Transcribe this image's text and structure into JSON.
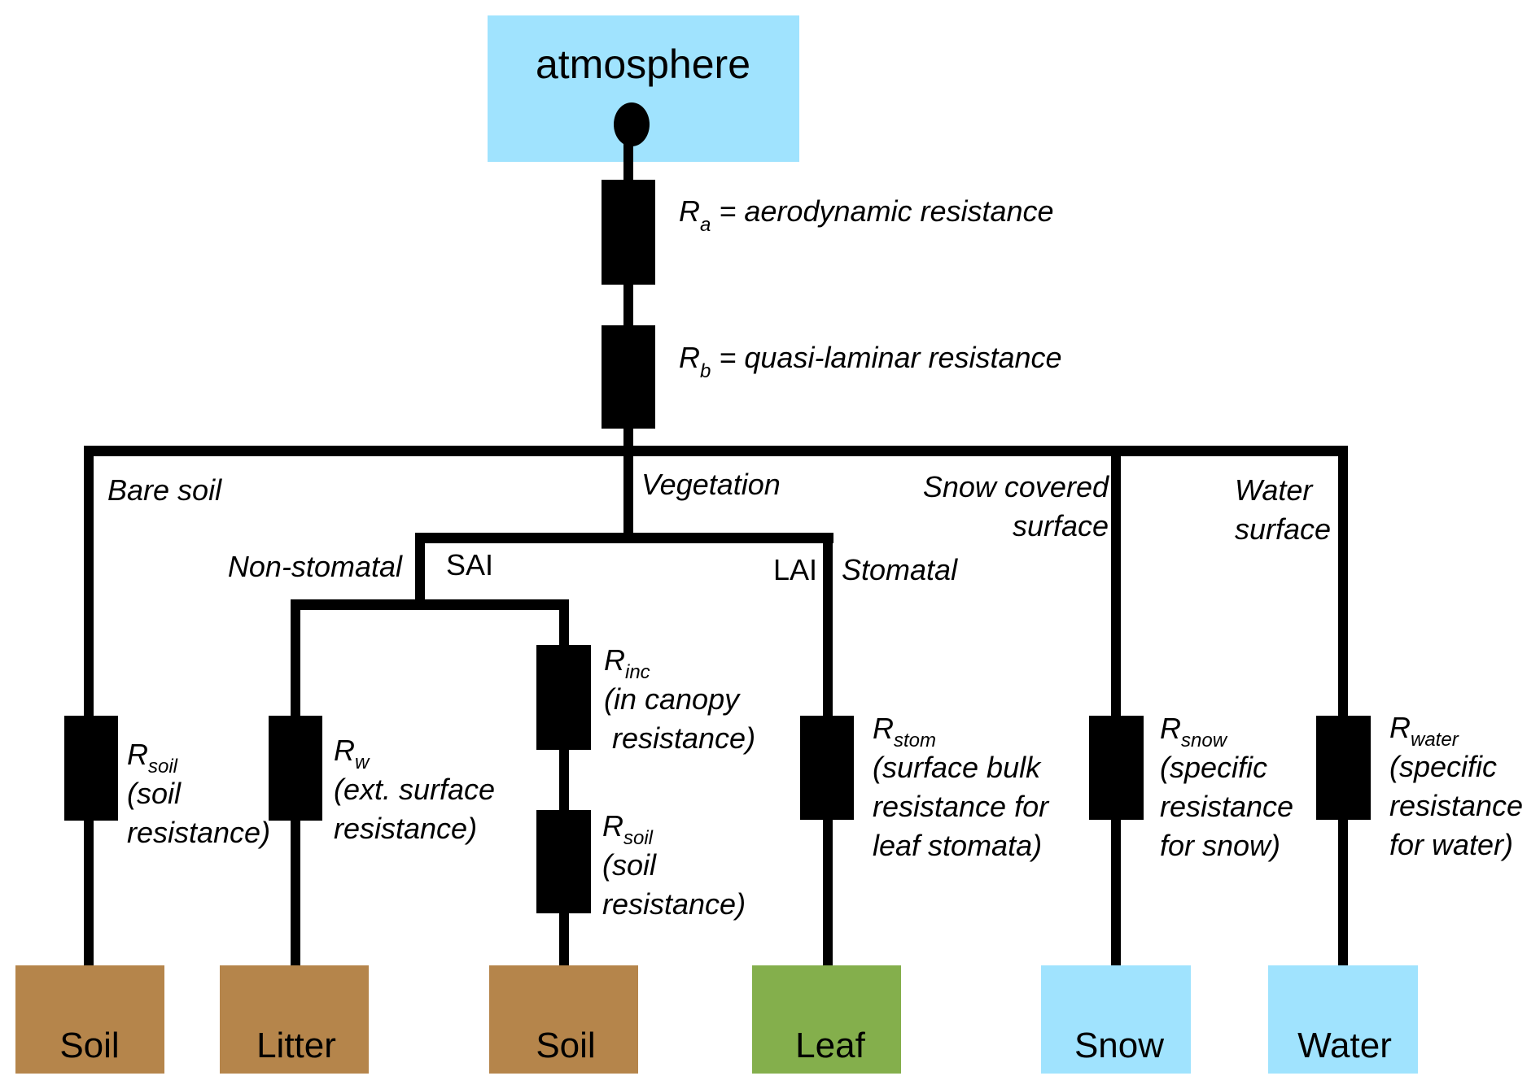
{
  "colors": {
    "atmosphere": "#A0E3FE",
    "soil": "#B5854B",
    "leaf": "#84AF4C",
    "snow": "#A0E3FE",
    "water": "#A0E3FE",
    "wire": "#000000"
  },
  "top_node": {
    "label": "atmosphere"
  },
  "trunk_resistances": [
    {
      "symbol": "R",
      "subscript": "a",
      "text": " = aerodynamic resistance"
    },
    {
      "symbol": "R",
      "subscript": "b",
      "text": " = quasi-laminar resistance"
    }
  ],
  "pathways": {
    "bare_soil": {
      "label": "Bare soil"
    },
    "vegetation": {
      "label": "Vegetation"
    },
    "snow": {
      "label_lines": [
        "Snow covered",
        "surface"
      ]
    },
    "water": {
      "label_lines": [
        "Water",
        "surface"
      ]
    },
    "non_stomatal": {
      "label": "Non-stomatal"
    },
    "stomatal": {
      "label": "Stomatal"
    },
    "sai": {
      "label": "SAI"
    },
    "lai": {
      "label": "LAI"
    }
  },
  "resistors": {
    "soil_bare": {
      "symbol": "R",
      "subscript": "soil",
      "lines": [
        "(soil",
        "resistance)"
      ]
    },
    "w": {
      "symbol": "R",
      "subscript": "w",
      "lines": [
        "(ext. surface",
        "resistance)"
      ]
    },
    "inc": {
      "symbol": "R",
      "subscript": "inc",
      "lines": [
        "(in canopy",
        " resistance)"
      ]
    },
    "soil_canopy": {
      "symbol": "R",
      "subscript": "soil",
      "lines": [
        "(soil",
        "resistance)"
      ]
    },
    "stom": {
      "symbol": "R",
      "subscript": "stom",
      "lines": [
        "(surface bulk",
        "resistance for",
        "leaf stomata)"
      ]
    },
    "snow": {
      "symbol": "R",
      "subscript": "snow",
      "lines": [
        "(specific",
        "resistance",
        "for snow)"
      ]
    },
    "water": {
      "symbol": "R",
      "subscript": "water",
      "lines": [
        "(specific",
        "resistance",
        "for water)"
      ]
    }
  },
  "bottom_nodes": [
    {
      "label": "Soil",
      "type": "soil"
    },
    {
      "label": "Litter",
      "type": "soil"
    },
    {
      "label": "Soil",
      "type": "soil"
    },
    {
      "label": "Leaf",
      "type": "leaf"
    },
    {
      "label": "Snow",
      "type": "snow"
    },
    {
      "label": "Water",
      "type": "water"
    }
  ]
}
